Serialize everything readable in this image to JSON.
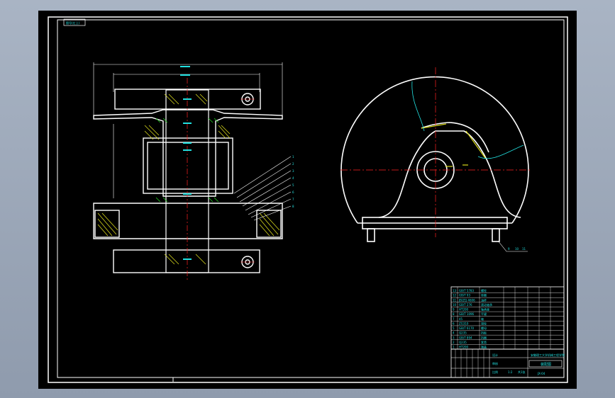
{
  "drawing": {
    "corner_tag": "图号(左上)",
    "part_list_rows": [
      {
        "idx": "13",
        "code": "GB/T 5783",
        "name": "螺栓"
      },
      {
        "idx": "12",
        "code": "GB/T 93",
        "name": "垫圈"
      },
      {
        "idx": "11",
        "code": "JB/ZQ 4606",
        "name": "油杯"
      },
      {
        "idx": "10",
        "code": "GB/T 276",
        "name": "滚动轴承"
      },
      {
        "idx": "9",
        "code": "HT200",
        "name": "轴承座"
      },
      {
        "idx": "8",
        "code": "GB/T 1096",
        "name": "平键"
      },
      {
        "idx": "7",
        "code": "45",
        "name": "轴"
      },
      {
        "idx": "6",
        "code": "ZG310",
        "name": "滑轮"
      },
      {
        "idx": "5",
        "code": "GB/T 6170",
        "name": "螺母"
      },
      {
        "idx": "4",
        "code": "Q235",
        "name": "挡板"
      },
      {
        "idx": "3",
        "code": "GB/T 894",
        "name": "挡圈"
      },
      {
        "idx": "2",
        "code": "Q235",
        "name": "套筒"
      },
      {
        "idx": "1",
        "code": "HT200",
        "name": "端盖"
      }
    ],
    "title_block": {
      "school": "安徽理工大学机械工程学院",
      "drawing_name": "装配图",
      "drawing_no": "JX-04",
      "label_design": "设计",
      "label_check": "审核",
      "label_scale": "比例",
      "scale_value": "1:2",
      "label_sheet": "共1张"
    },
    "callouts": [
      "1",
      "2",
      "3",
      "4",
      "5",
      "6",
      "7",
      "8"
    ],
    "callouts_right": [
      "9",
      "10",
      "11"
    ]
  }
}
